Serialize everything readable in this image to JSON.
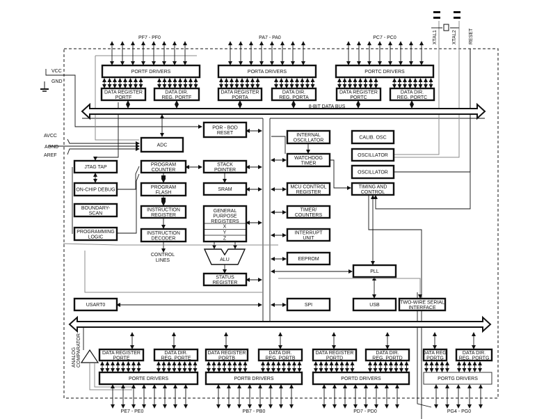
{
  "pins": {
    "pf": "PF7 - PF0",
    "pa": "PA7 - PA0",
    "pc": "PC7 - PC0",
    "pe": "PE7 - PE0",
    "pb": "PB7 - PB0",
    "pd": "PD7 - PD0",
    "pg": "PG4 - PG0",
    "vcc": "VCC",
    "gnd": "GND",
    "avcc": "AVCC",
    "agnd": "AGND",
    "aref": "AREF",
    "xtal1": "XTAL1",
    "xtal2": "XTAL2",
    "reset": "RESET"
  },
  "bus_label": "8-BIT DATA BUS",
  "control_lines": [
    "CONTROL",
    "LINES"
  ],
  "analog_comparator": [
    "ANALOG",
    "COMPARATOR"
  ],
  "blocks": {
    "portf_drivers": [
      "PORTF DRIVERS"
    ],
    "porta_drivers": [
      "PORTA DRIVERS"
    ],
    "portc_drivers": [
      "PORTC DRIVERS"
    ],
    "dr_portf": [
      "DATA REGISTER",
      "PORTF"
    ],
    "ddr_portf": [
      "DATA DIR.",
      "REG. PORTF"
    ],
    "dr_porta": [
      "DATA REGISTER",
      "PORTA"
    ],
    "ddr_porta": [
      "DATA DIR.",
      "REG. PORTA"
    ],
    "dr_portc": [
      "DATA REGISTER",
      "PORTC"
    ],
    "ddr_portc": [
      "DATA DIR.",
      "REG. PORTC"
    ],
    "por_bod": [
      "POR - BOD",
      "RESET"
    ],
    "adc": [
      "ADC"
    ],
    "jtag": [
      "JTAG TAP"
    ],
    "ocd": [
      "ON-CHIP DEBUG"
    ],
    "bscan": [
      "BOUNDARY-",
      "SCAN"
    ],
    "prog_logic": [
      "PROGRAMMING",
      "LOGIC"
    ],
    "pc": [
      "PROGRAM",
      "COUNTER"
    ],
    "flash": [
      "PROGRAM",
      "FLASH"
    ],
    "ir": [
      "INSTRUCTION",
      "REGISTER"
    ],
    "id": [
      "INSTRUCTION",
      "DECODER"
    ],
    "sp": [
      "STACK",
      "POINTER"
    ],
    "sram": [
      "SRAM"
    ],
    "gpr": [
      "GENERAL",
      "PURPOSE",
      "REGISTERS"
    ],
    "sreg": [
      "STATUS",
      "REGISTER"
    ],
    "int_osc": [
      "INTERNAL",
      "OSCILLATOR"
    ],
    "wdt": [
      "WATCHDOG",
      "TIMER"
    ],
    "mcucr": [
      "MCU CONTROL",
      "REGISTER"
    ],
    "timers": [
      "TIMER/",
      "COUNTERS"
    ],
    "irq": [
      "INTERRUPT",
      "UNIT"
    ],
    "eeprom": [
      "EEPROM"
    ],
    "calib": [
      "CALIB. OSC"
    ],
    "osc1": [
      "OSCILLATOR"
    ],
    "osc2": [
      "OSCILLATOR"
    ],
    "timing": [
      "TIMING AND",
      "CONTROL"
    ],
    "pll": [
      "PLL"
    ],
    "usb": [
      "USB"
    ],
    "twi": [
      "TWO-WIRE SERIAL",
      "INTERFACE"
    ],
    "spi": [
      "SPI"
    ],
    "usart": [
      "USART0"
    ],
    "dr_porte": [
      "DATA REGISTER",
      "PORTE"
    ],
    "ddr_porte": [
      "DATA DIR.",
      "REG. PORTE"
    ],
    "porte_drivers": [
      "PORTE DRIVERS"
    ],
    "dr_portb": [
      "DATA REGISTER",
      "PORTB"
    ],
    "ddr_portb": [
      "DATA DIR.",
      "REG. PORTB"
    ],
    "portb_drivers": [
      "PORTB DRIVERS"
    ],
    "dr_portd": [
      "DATA REGISTER",
      "PORTD"
    ],
    "ddr_portd": [
      "DATA DIR.",
      "REG. PORTD"
    ],
    "portd_drivers": [
      "PORTD DRIVERS"
    ],
    "dr_portg": [
      "DATA REG.",
      "PORTG"
    ],
    "ddr_portg": [
      "DATA DIR.",
      "REG. PORTG"
    ],
    "portg_drivers": [
      "PORTG DRIVERS"
    ]
  },
  "gpr_rows": [
    "X",
    "Y",
    "Z"
  ],
  "alu": "ALU"
}
